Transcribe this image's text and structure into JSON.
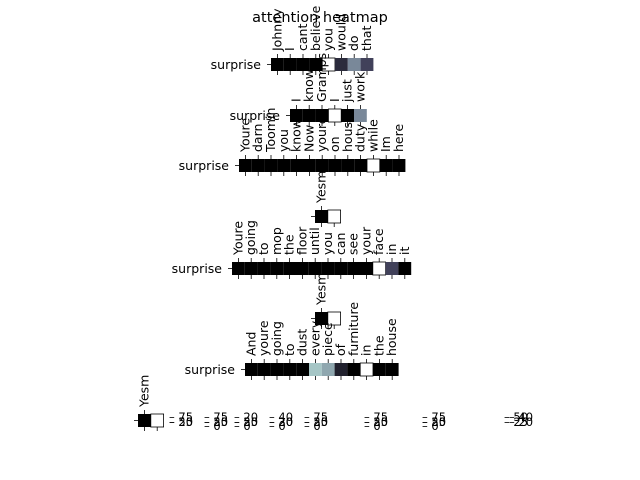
{
  "chart_data": {
    "type": "heatmap",
    "title": "attention heatmap",
    "colormap": "bone",
    "colors": {
      "cell_border": "#000000",
      "background": "#ffffff"
    },
    "panels": [
      {
        "rows": [
          "surprise"
        ],
        "columns": [
          "Johnny",
          "I",
          "cant",
          "believe",
          "you",
          "would",
          "do",
          "that"
        ],
        "values": [
          [
            0.0,
            0.0,
            0.0,
            0.0,
            1.0,
            0.2,
            0.55,
            0.3
          ]
        ]
      },
      {
        "rows": [
          "surprise"
        ],
        "columns": [
          "I",
          "know",
          "Gramps",
          "I",
          "just",
          "work"
        ],
        "values": [
          [
            0.0,
            0.0,
            0.0,
            1.0,
            0.0,
            0.55
          ]
        ]
      },
      {
        "rows": [
          "surprise"
        ],
        "columns": [
          "Youre",
          "darn",
          "Toomin",
          "you",
          "know",
          "Now",
          "youre",
          "on",
          "house",
          "duty",
          "while",
          "Im",
          "here"
        ],
        "values": [
          [
            0.0,
            0.0,
            0.0,
            0.0,
            0.0,
            0.0,
            0.0,
            0.0,
            0.0,
            0.0,
            1.0,
            0.0,
            0.0
          ]
        ]
      },
      {
        "rows": [
          ""
        ],
        "columns": [
          "Yesm"
        ],
        "values": [
          [
            0.0,
            1.0
          ]
        ]
      },
      {
        "rows": [
          "surprise"
        ],
        "columns": [
          "Youre",
          "going",
          "to",
          "mop",
          "the",
          "floor",
          "until",
          "you",
          "can",
          "see",
          "your",
          "face",
          "in",
          "it"
        ],
        "values": [
          [
            0.0,
            0.0,
            0.0,
            0.0,
            0.0,
            0.0,
            0.0,
            0.0,
            0.0,
            0.0,
            0.0,
            1.0,
            0.3,
            0.0
          ]
        ]
      },
      {
        "rows": [
          ""
        ],
        "columns": [
          "Yesm"
        ],
        "values": [
          [
            0.0,
            1.0
          ]
        ]
      },
      {
        "rows": [
          "surprise"
        ],
        "columns": [
          "And",
          "youre",
          "going",
          "to",
          "dust",
          "every",
          "piece",
          "of",
          "furniture",
          "in",
          "the",
          "house"
        ],
        "values": [
          [
            0.0,
            0.0,
            0.0,
            0.0,
            0.0,
            0.75,
            0.65,
            0.15,
            0.0,
            1.0,
            0.0,
            0.0
          ]
        ]
      },
      {
        "rows": [
          ""
        ],
        "columns": [
          "Yesm"
        ],
        "values": [
          [
            0.0,
            1.0
          ]
        ]
      }
    ],
    "colorbar_ticks": [
      "75",
      "50",
      "25",
      "0",
      "75",
      "50",
      "25",
      "0",
      "20",
      "50",
      "25",
      "0",
      "40",
      "20",
      "30",
      "75",
      "50",
      "25",
      "0",
      "75",
      "50",
      "25",
      "0",
      "75",
      "50",
      "25",
      "0",
      "50",
      "25",
      "40",
      "20"
    ]
  }
}
